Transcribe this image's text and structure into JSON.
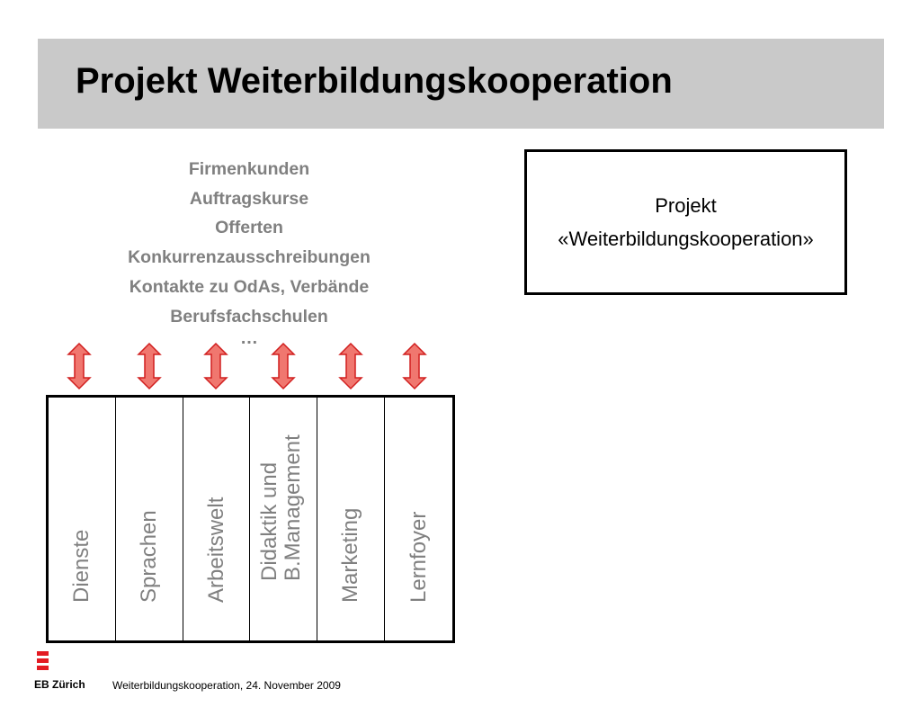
{
  "slide": {
    "title": "Projekt Weiterbildungskooperation"
  },
  "clients": {
    "items": [
      "Firmenkunden",
      "Auftragskurse",
      "Offerten",
      "Konkurrenzausschreibungen",
      "Kontakte zu OdAs, Verbände",
      "Berufsfachschulen"
    ],
    "ellipsis": "…"
  },
  "departments": {
    "labels": [
      "Dienste",
      "Sprachen",
      "Arbeitswelt",
      "Didaktik und B.Management",
      "Marketing",
      "Lernfoyer"
    ],
    "didaktik_line1": "Didaktik und",
    "didaktik_line2": "B.Management"
  },
  "project_box": {
    "line1": "Projekt",
    "line2": "«Weiterbildungskooperation»"
  },
  "logo": {
    "text": "EB Zürich",
    "color": "#e31b23"
  },
  "footer": {
    "text": "Weiterbildungskooperation, 24. November 2009"
  },
  "colors": {
    "title_bar": "#c9c9c9",
    "arrow_fill": "#f0776f",
    "arrow_stroke": "#d11f1f",
    "muted_text": "#808080"
  }
}
